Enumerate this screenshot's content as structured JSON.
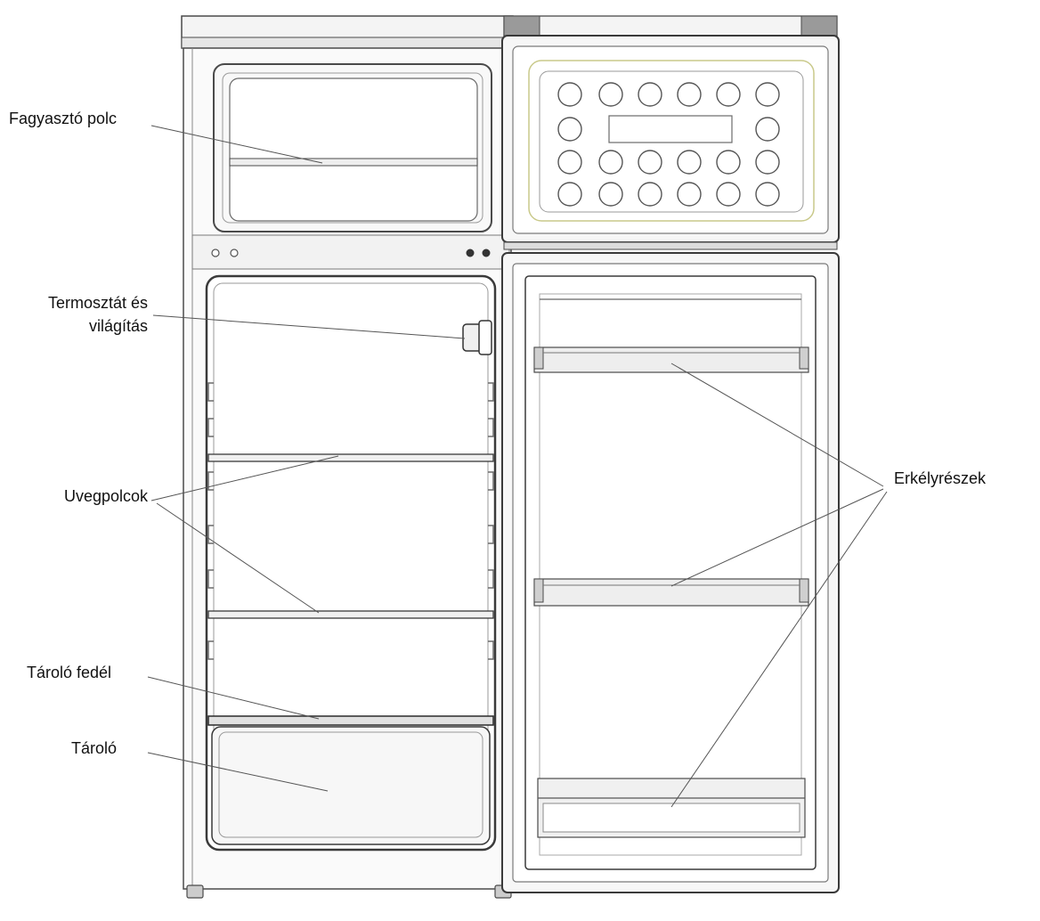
{
  "labels": {
    "freezer_shelf": "Fagyasztó polc",
    "thermostat_line1": "Termosztát és",
    "thermostat_line2": "világítás",
    "glass_shelves": "Uvegpolcok",
    "crisper_cover": "Tároló fedél",
    "crisper": "Tároló",
    "door_balconies": "Erkélyrészek"
  },
  "colors": {
    "outline": "#4a4a4a",
    "fill_light": "#f4f4f4",
    "fill_mid": "#e6e6e6",
    "leader": "#555555",
    "panel_border": "#c9c98a"
  },
  "control_panel": {
    "rows": [
      6,
      2,
      6,
      6
    ]
  }
}
